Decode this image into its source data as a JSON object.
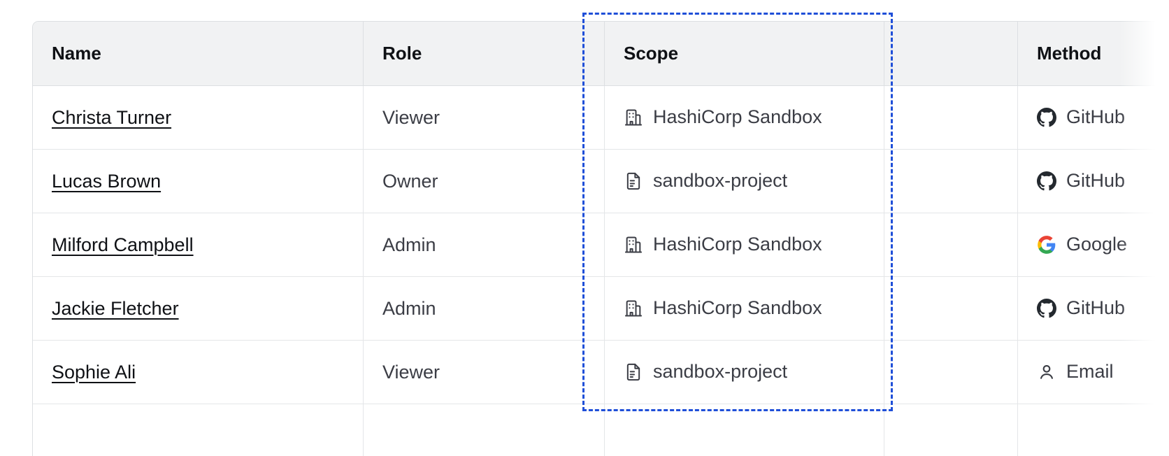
{
  "table": {
    "columns": [
      {
        "key": "name",
        "label": "Name"
      },
      {
        "key": "role",
        "label": "Role"
      },
      {
        "key": "scope",
        "label": "Scope"
      },
      {
        "key": "extra",
        "label": ""
      },
      {
        "key": "method",
        "label": "Method"
      }
    ],
    "rows": [
      {
        "name": "Christa Turner",
        "role": "Viewer",
        "scope": "HashiCorp Sandbox",
        "scope_icon": "building-icon",
        "method": "GitHub",
        "method_icon": "github-icon"
      },
      {
        "name": "Lucas Brown",
        "role": "Owner",
        "scope": "sandbox-project",
        "scope_icon": "document-icon",
        "method": "GitHub",
        "method_icon": "github-icon"
      },
      {
        "name": "Milford Campbell",
        "role": "Admin",
        "scope": "HashiCorp Sandbox",
        "scope_icon": "building-icon",
        "method": "Google",
        "method_icon": "google-icon"
      },
      {
        "name": "Jackie Fletcher",
        "role": "Admin",
        "scope": "HashiCorp Sandbox",
        "scope_icon": "building-icon",
        "method": "GitHub",
        "method_icon": "github-icon"
      },
      {
        "name": "Sophie Ali",
        "role": "Viewer",
        "scope": "sandbox-project",
        "scope_icon": "document-icon",
        "method": "Email",
        "method_icon": "user-icon"
      },
      {
        "name": "",
        "role": "",
        "scope": "",
        "scope_icon": "",
        "method": "",
        "method_icon": ""
      }
    ]
  },
  "highlight": {
    "target_column": "Scope",
    "color": "#1f4fd8",
    "style": "dashed"
  },
  "colors": {
    "header_bg": "#f1f2f3",
    "border": "#dcdfe2",
    "row_border": "#e4e6e8",
    "text_primary": "#0f1115",
    "text_secondary": "#3b3d45",
    "github": "#24292f",
    "google_blue": "#4285F4",
    "google_green": "#34A853",
    "google_yellow": "#FBBC05",
    "google_red": "#EA4335"
  }
}
